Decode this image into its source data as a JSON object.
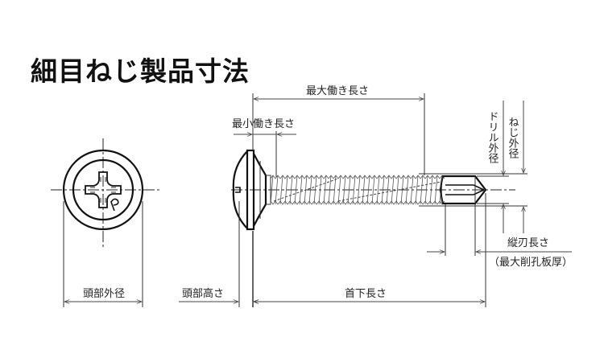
{
  "title": "細目ねじ製品寸法",
  "diagram": {
    "type": "screw-dimension-drawing",
    "views": [
      "head-top-view",
      "side-view"
    ],
    "head_features": {
      "recess": "phillips-cross",
      "recess_mark": "P"
    },
    "dimensions": {
      "max_working_length": "最大働き長さ",
      "min_working_length": "最小働き長さ",
      "drill_outer_diameter": "ドリル外径",
      "thread_outer_diameter": "ねじ外径",
      "blade_length": "縦刃長さ",
      "max_drill_thickness": "（最大削孔板厚）",
      "head_outer_diameter": "頭部外径",
      "head_height": "頭部高さ",
      "length_under_head": "首下長さ"
    }
  }
}
